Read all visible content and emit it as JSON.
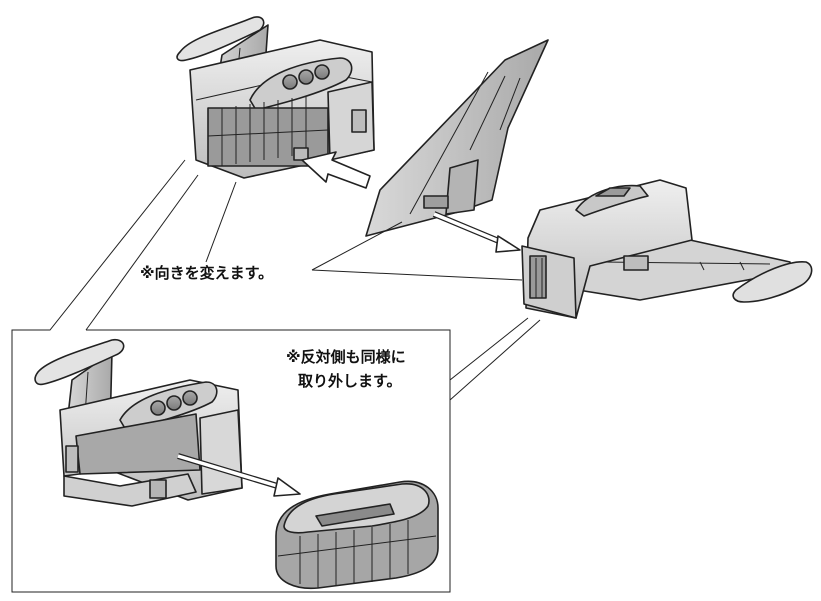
{
  "notes": {
    "orientation": "※向きを変えます。",
    "other_side_line1": "※反対側も同様に",
    "other_side_line2": "取り外します。"
  },
  "colors": {
    "body_light": "#e6e6e6",
    "body_mid": "#cfcfcf",
    "body_dark": "#9e9e9e",
    "body_darker": "#7c7c7c",
    "line": "#222222",
    "arrow_fill": "#ffffff"
  }
}
